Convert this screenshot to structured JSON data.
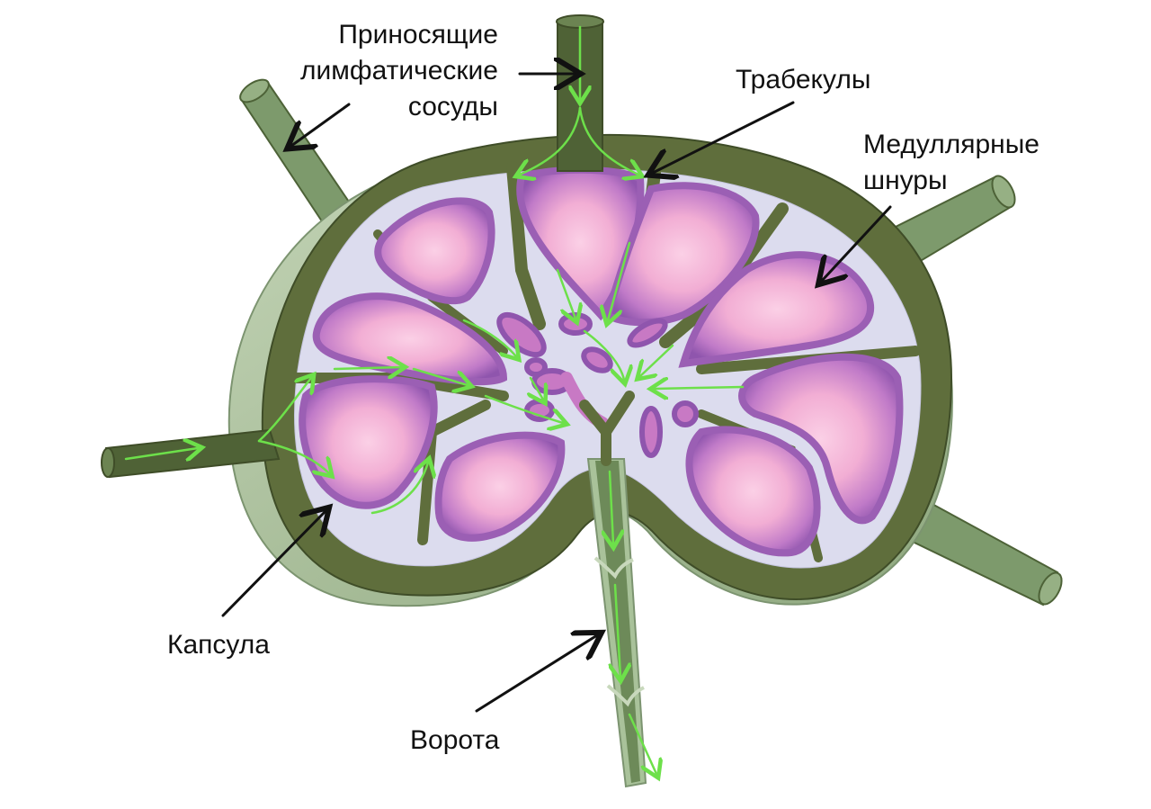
{
  "labels": {
    "afferent_line1": "Приносящие",
    "afferent_line2": "лимфатические",
    "afferent_line3": "сосуды",
    "trabeculae": "Трабекулы",
    "medullary_line1": "Медуллярные",
    "medullary_line2": "шнуры",
    "capsule": "Капсула",
    "hilum": "Ворота"
  },
  "colors": {
    "capsule": "#5f6e3c",
    "capsule_dark": "#4a5a30",
    "outer_shell": "#a9be9a",
    "vessel": "#7d9a6c",
    "vessel_dark": "#4d6237",
    "sinus": "#dcdcee",
    "cord_outer": "#9b5fb4",
    "cord_inner": "#f4b6d6",
    "flow_arrow": "#6de04a",
    "pointer": "#111111"
  }
}
